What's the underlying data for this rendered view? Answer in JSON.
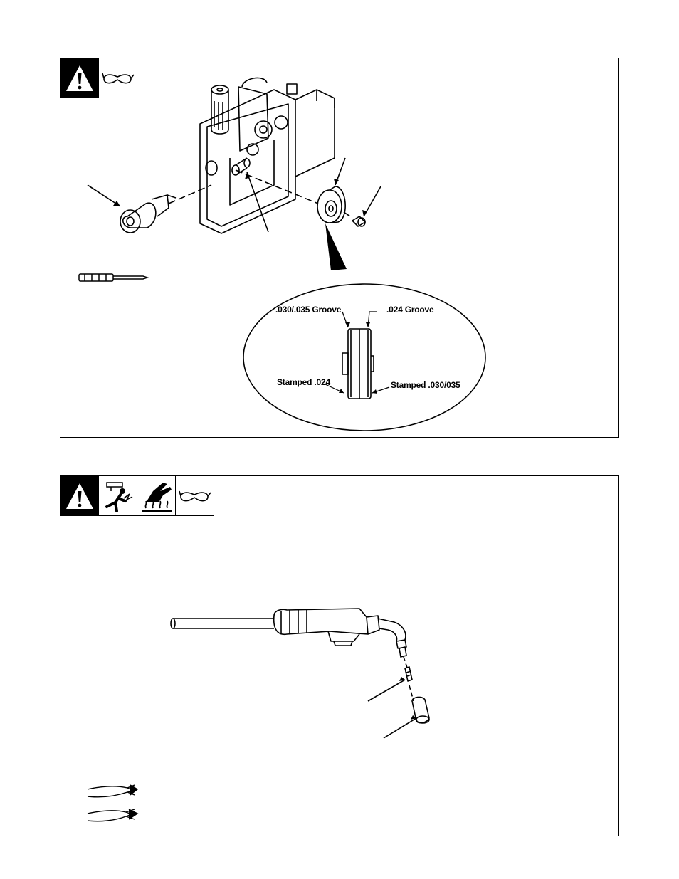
{
  "panel1": {
    "safety_icons": [
      "warning-icon",
      "safety-glasses-icon"
    ],
    "detail_callouts": {
      "groove_left": ".030/.035  Groove",
      "groove_right": ".024  Groove",
      "stamp_left": "Stamped .024",
      "stamp_right": "Stamped .030/035"
    },
    "tools": [
      "screwdriver-icon"
    ]
  },
  "panel2": {
    "safety_icons": [
      "warning-icon",
      "electric-shock-icon",
      "hot-surface-icon",
      "safety-glasses-icon"
    ],
    "tools": [
      "wire-cutter-icon",
      "needle-nose-pliers-icon"
    ]
  }
}
